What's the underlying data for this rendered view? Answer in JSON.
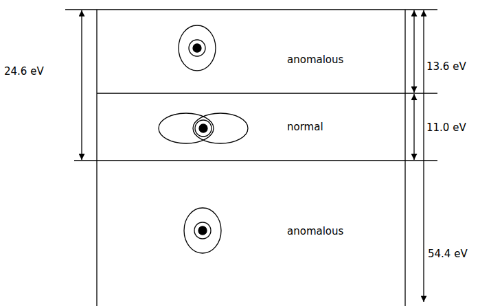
{
  "diagram": {
    "nodes": [
      {
        "text": [
          "anomalous"
        ]
      },
      {
        "text": [
          "normal"
        ]
      },
      {
        "text": [
          "anomalous"
        ]
      }
    ],
    "labels": [
      "24.6 eV",
      "13.6 eV",
      "11.0 eV",
      "54.4 eV"
    ]
  }
}
